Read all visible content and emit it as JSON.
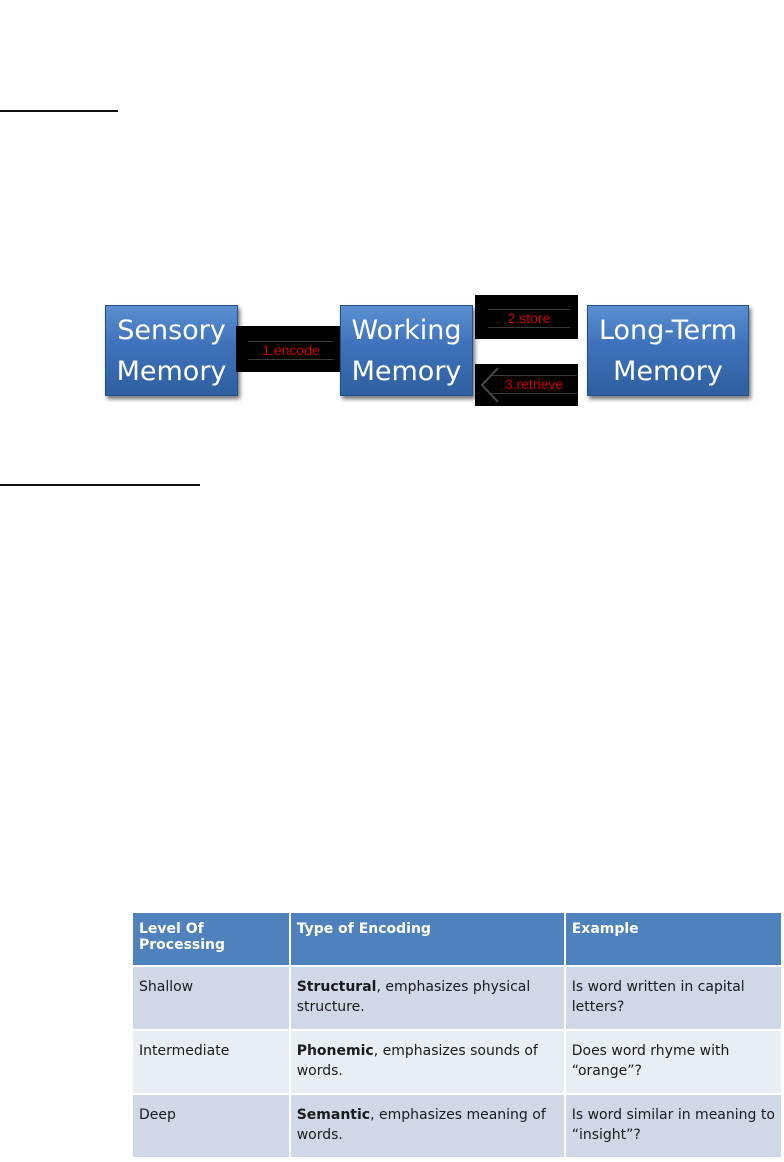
{
  "diagram": {
    "boxes": {
      "sensory": "Sensory\nMemory",
      "working": "Working\nMemory",
      "longterm": "Long-Term\nMemory"
    },
    "arrows": {
      "encode": "1.encode",
      "store": "2.store",
      "retrieve": "3.retrieve"
    },
    "colors": {
      "box_fill": "#3d72bb",
      "arrow_fill": "#000000",
      "label_text": "#d00000"
    }
  },
  "table": {
    "headers": [
      "Level Of Processing",
      "Type of Encoding",
      "Example"
    ],
    "rows": [
      {
        "level": "Shallow",
        "encoding_type": "Structural",
        "encoding_rest": ", emphasizes physical structure.",
        "example": "Is word written in capital letters?"
      },
      {
        "level": "Intermediate",
        "encoding_type": "Phonemic",
        "encoding_rest": ", emphasizes sounds of words.",
        "example": "Does word rhyme with “orange”?"
      },
      {
        "level": "Deep",
        "encoding_type": "Semantic",
        "encoding_rest": ", emphasizes meaning of words.",
        "example": "Is word similar in meaning to “insight”?"
      }
    ],
    "colors": {
      "header": "#4f81bd",
      "row_dark": "#d0d8e8",
      "row_light": "#e9edf4"
    }
  }
}
